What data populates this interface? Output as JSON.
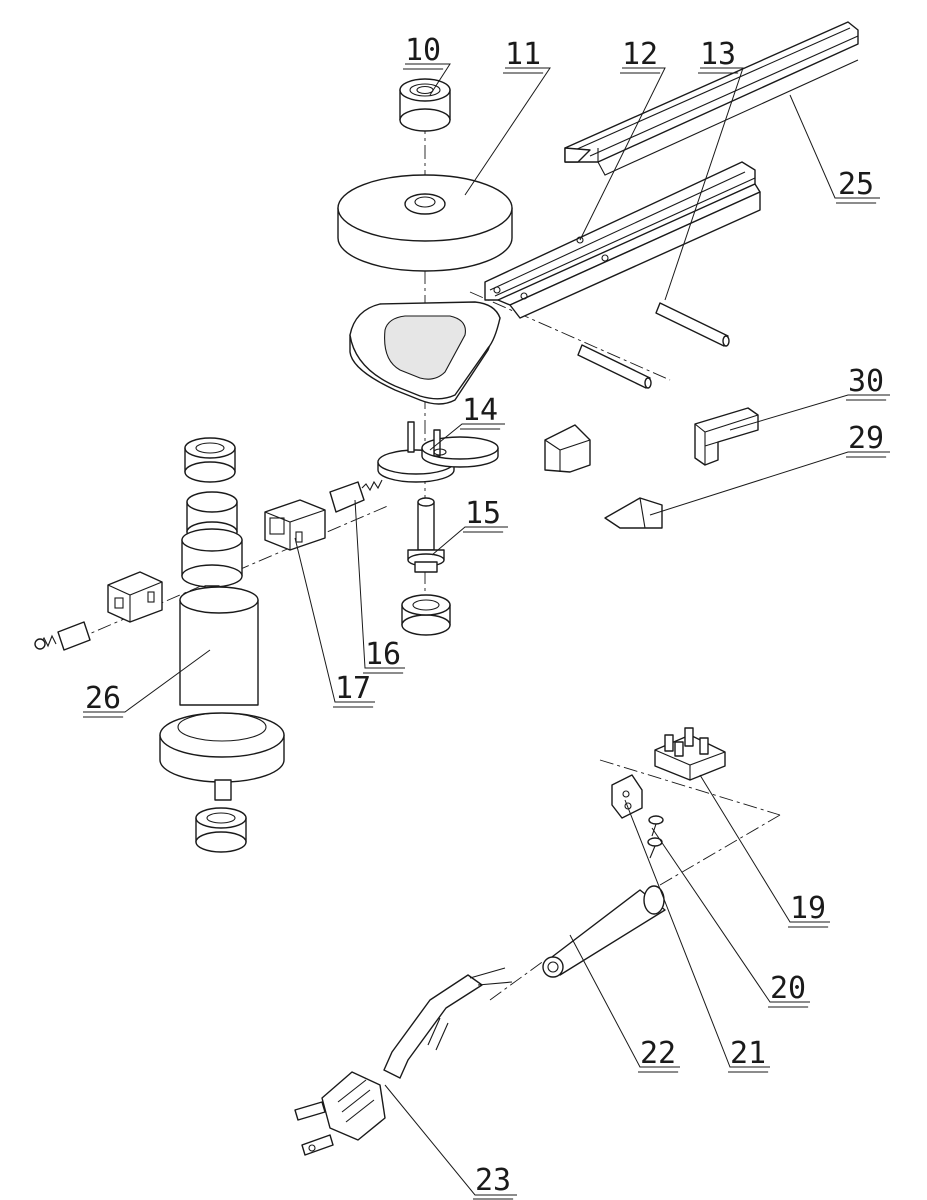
{
  "callouts": [
    {
      "id": "c10",
      "label": "10"
    },
    {
      "id": "c11",
      "label": "11"
    },
    {
      "id": "c12",
      "label": "12"
    },
    {
      "id": "c13",
      "label": "13"
    },
    {
      "id": "c25",
      "label": "25"
    },
    {
      "id": "c30",
      "label": "30"
    },
    {
      "id": "c14",
      "label": "14"
    },
    {
      "id": "c29",
      "label": "29"
    },
    {
      "id": "c15",
      "label": "15"
    },
    {
      "id": "c16",
      "label": "16"
    },
    {
      "id": "c17",
      "label": "17"
    },
    {
      "id": "c26",
      "label": "26"
    },
    {
      "id": "c19",
      "label": "19"
    },
    {
      "id": "c20",
      "label": "20"
    },
    {
      "id": "c21",
      "label": "21"
    },
    {
      "id": "c22",
      "label": "22"
    },
    {
      "id": "c23",
      "label": "23"
    }
  ]
}
